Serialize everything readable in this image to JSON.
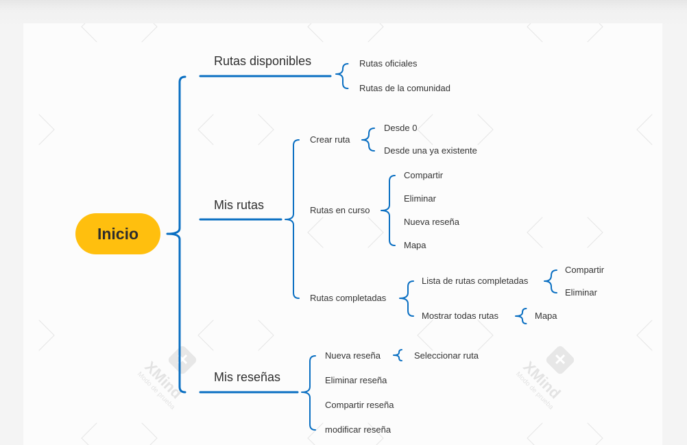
{
  "root": "Inicio",
  "branches": [
    {
      "label": "Rutas disponibles",
      "children": [
        {
          "label": "Rutas oficiales"
        },
        {
          "label": "Rutas de la comunidad"
        }
      ]
    },
    {
      "label": "Mis rutas",
      "children": [
        {
          "label": "Crear ruta",
          "children": [
            {
              "label": "Desde 0"
            },
            {
              "label": "Desde una ya existente"
            }
          ]
        },
        {
          "label": "Rutas en curso",
          "children": [
            {
              "label": "Compartir"
            },
            {
              "label": "Eliminar"
            },
            {
              "label": "Nueva reseña"
            },
            {
              "label": "Mapa"
            }
          ]
        },
        {
          "label": "Rutas completadas",
          "children": [
            {
              "label": "Lista de rutas completadas",
              "children": [
                {
                  "label": "Compartir"
                },
                {
                  "label": "Eliminar"
                }
              ]
            },
            {
              "label": "Mostrar todas rutas",
              "children": [
                {
                  "label": "Mapa"
                }
              ]
            }
          ]
        }
      ]
    },
    {
      "label": "Mis reseñas",
      "children": [
        {
          "label": "Nueva reseña",
          "children": [
            {
              "label": "Seleccionar ruta"
            }
          ]
        },
        {
          "label": "Eliminar reseña"
        },
        {
          "label": "Compartir reseña"
        },
        {
          "label": "modificar reseña"
        }
      ]
    }
  ],
  "watermark": {
    "brand": "XMind",
    "mode": "Modo de prueba",
    "icon": "xmind-x-icon"
  },
  "colors": {
    "connector": "#0a6fc2",
    "root_fill": "#ffbf0e",
    "background": "#fcfcfc",
    "watermark": "#e3e3e3"
  }
}
